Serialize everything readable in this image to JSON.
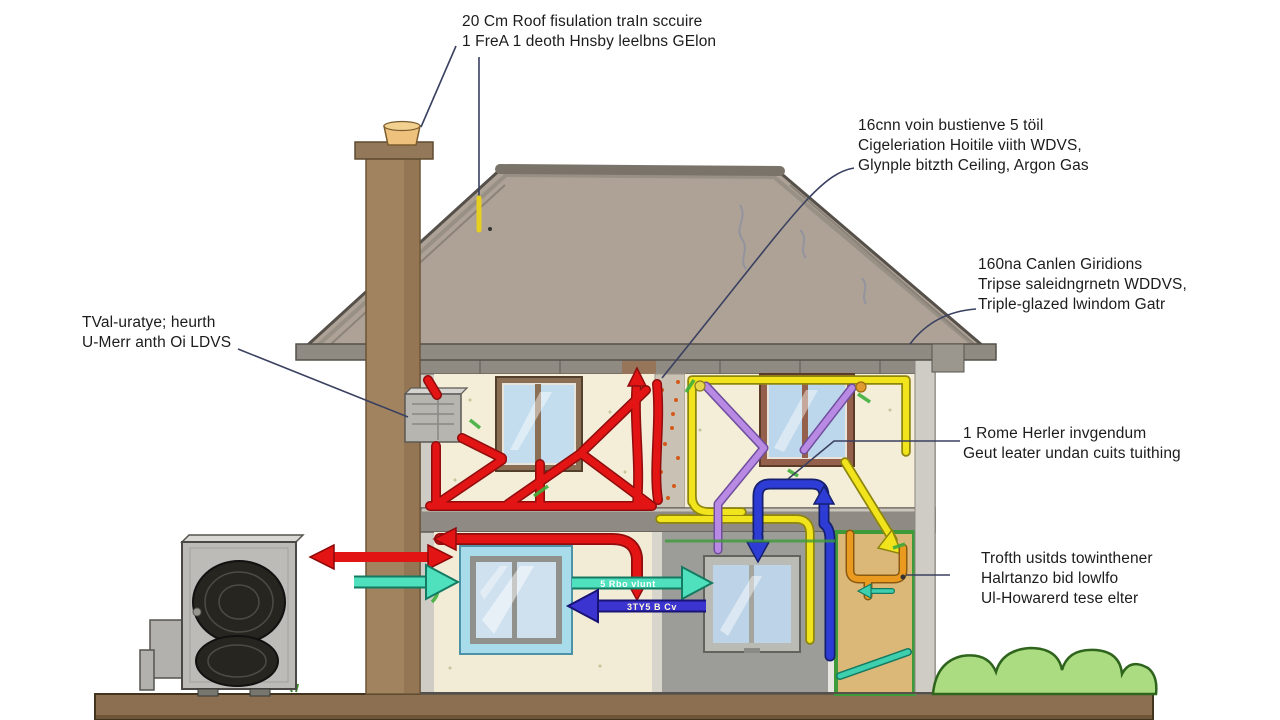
{
  "labels": {
    "roof": {
      "lines": [
        "20 Cm Roof fisulation traIn sccuire",
        "1 FreA 1 deoth Hnsby leelbns GElon"
      ]
    },
    "ceiling": {
      "lines": [
        "16cnn voin bustienve 5 töil",
        "Cigeleriation Hoitile viith WDVS,",
        "Glynple bitzth Ceiling, Argon Gas"
      ]
    },
    "window": {
      "lines": [
        "160na Canlen Giridions",
        "Tripse saleidngrnetn WDDVS,",
        "Triple-glazed lwindom Gatr"
      ]
    },
    "wall": {
      "lines": [
        "TVal-uratye; heurth",
        "U-Merr anth Oi LDVS"
      ]
    },
    "heater": {
      "lines": [
        "1 Rome Herler invgendum",
        "Geut leater undan cuits tuithing"
      ]
    },
    "utility": {
      "lines": [
        "Trofth usitds towinthener",
        "Halrtanzo bid lowlfo",
        "Ul-Howarerd tese elter"
      ]
    }
  },
  "arrow_texts": {
    "supply": "5 Rbo vlunt",
    "return": "3TY5 B Cv"
  },
  "palette": {
    "roof": "#ada295",
    "roof_edge": "#56504a",
    "chimney": "#a1835f",
    "wall_cream": "#f4edd8",
    "wall_gray": "#9c9c98",
    "panel_tan": "#dcb878",
    "panel_green": "#3f9b3a",
    "ground": "#8b6f50",
    "bush": "#abdc82",
    "red": "#e21414",
    "teal": "#3ecfae",
    "blue": "#2e3cd6",
    "yellow": "#f2e41c",
    "purple": "#b98ae4",
    "orange": "#eb9a20",
    "heatpump": "#bcbbb8"
  }
}
